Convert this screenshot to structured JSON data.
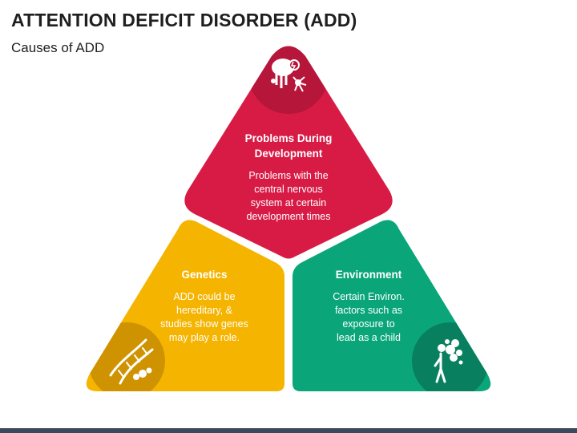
{
  "header": {
    "title": "ATTENTION DEFICIT DISORDER (ADD)",
    "subtitle": "Causes of ADD"
  },
  "segments": {
    "top": {
      "title_lines": [
        "Problems During",
        "Development"
      ],
      "desc_lines": [
        "Problems with the",
        "central nervous",
        "system at certain",
        "development times"
      ],
      "color": "#d81b45",
      "icon_bg": "#b5163a",
      "icon": "brain-neuron-icon"
    },
    "left": {
      "title_lines": [
        "Genetics"
      ],
      "desc_lines": [
        "ADD could be",
        "hereditary, &",
        "studies show genes",
        "may play a role."
      ],
      "color": "#f5b400",
      "icon_bg": "#cf9200",
      "icon": "dna-icon"
    },
    "right": {
      "title_lines": [
        "Environment"
      ],
      "desc_lines": [
        "Certain Environ.",
        "factors such as",
        "exposure to",
        "lead as a child"
      ],
      "color": "#0aa67a",
      "icon_bg": "#08805f",
      "icon": "person-smoke-icon"
    }
  }
}
